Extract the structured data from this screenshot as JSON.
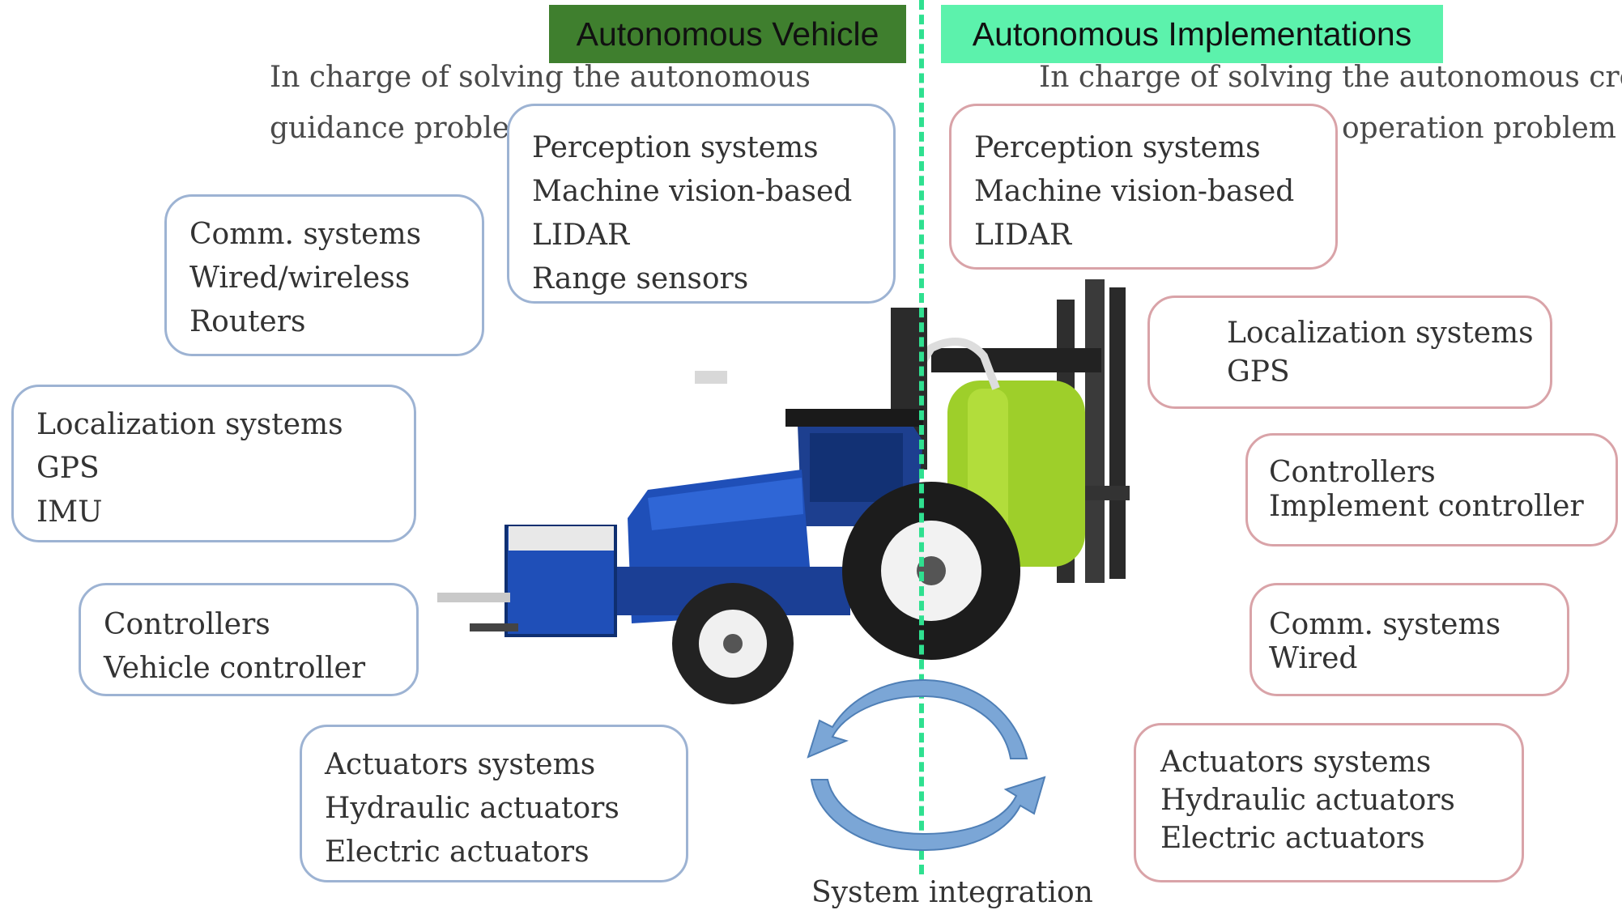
{
  "banners": {
    "left": "Autonomous Vehicle",
    "right": "Autonomous Implementations"
  },
  "descriptions": {
    "left_line1": "In charge of solving the autonomous",
    "left_line2": "guidance problem",
    "right_line1": "In charge of solving the autonomous crop",
    "right_line2": "operation problem"
  },
  "vehicle_boxes": {
    "perception": [
      "Perception systems",
      "Machine vision-based",
      "LIDAR",
      "Range sensors"
    ],
    "comm": [
      "Comm. systems",
      "Wired/wireless",
      "Routers"
    ],
    "localization": [
      "Localization systems",
      "GPS",
      "IMU"
    ],
    "controllers": [
      "Controllers",
      "Vehicle controller"
    ],
    "actuators": [
      "Actuators systems",
      "Hydraulic actuators",
      "Electric actuators"
    ]
  },
  "implement_boxes": {
    "perception": [
      "Perception systems",
      "Machine vision-based",
      "LIDAR"
    ],
    "localization": [
      "Localization systems",
      "GPS"
    ],
    "controllers": [
      "Controllers",
      "Implement controller"
    ],
    "comm": [
      "Comm. systems",
      "Wired"
    ],
    "actuators": [
      "Actuators systems",
      "Hydraulic actuators",
      "Electric actuators"
    ]
  },
  "integration_label": "System integration",
  "colors": {
    "vehicle_banner": "#3f7f2e",
    "implement_banner": "#5cf2ac",
    "divider": "#2fe090",
    "vehicle_box_border": "#9db3d3",
    "implement_box_border": "#d9a3a8",
    "arrow_fill": "#7ba6d6"
  }
}
